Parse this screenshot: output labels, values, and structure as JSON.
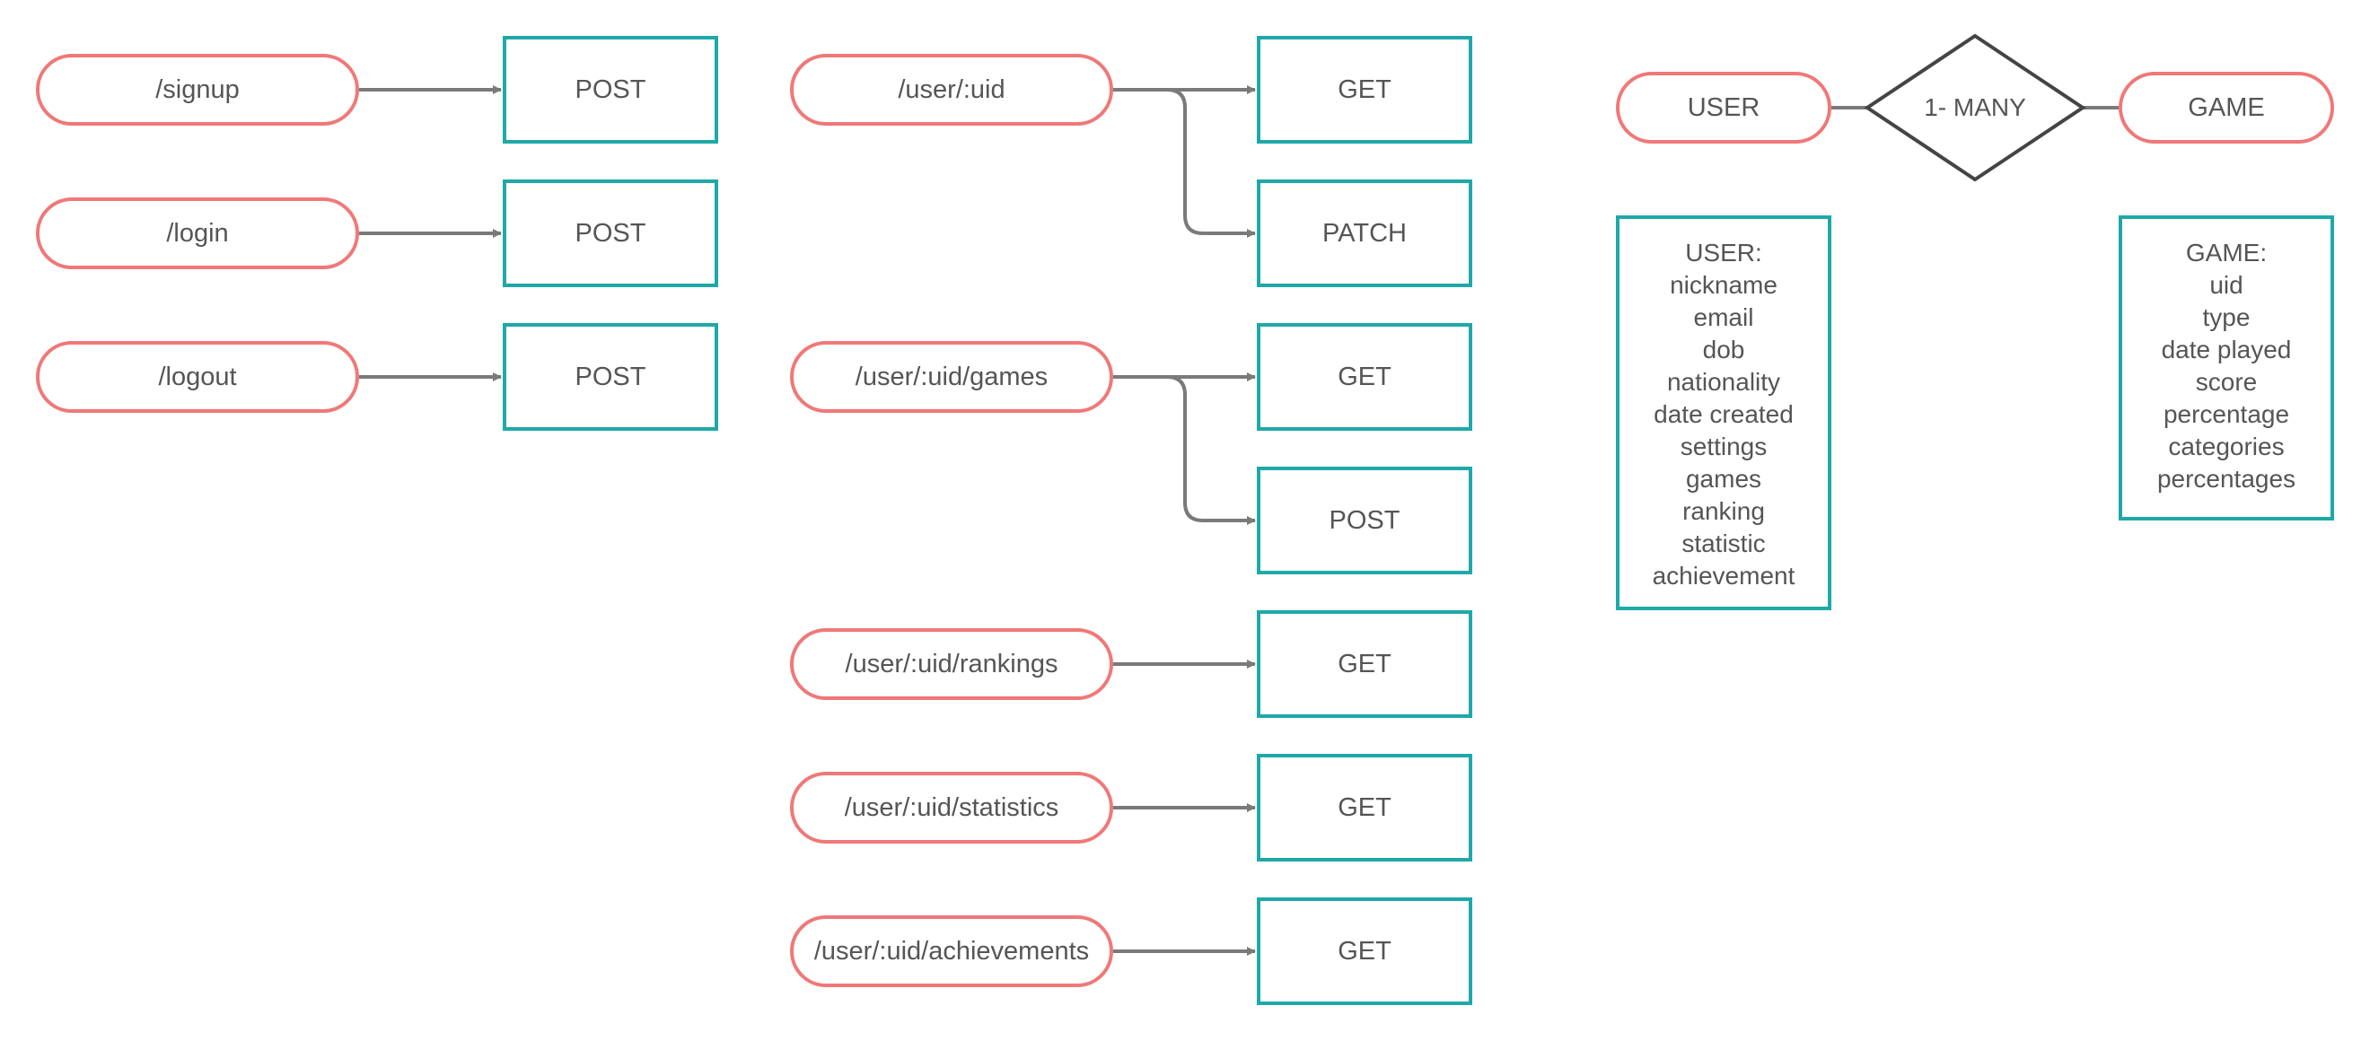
{
  "colors": {
    "route_border": "#f07878",
    "method_border": "#1fa8a8",
    "connector": "#7a7a7a",
    "diamond": "#444444",
    "text": "#555555"
  },
  "auth_routes": [
    {
      "route": "/signup",
      "method": "POST"
    },
    {
      "route": "/login",
      "method": "POST"
    },
    {
      "route": "/logout",
      "method": "POST"
    }
  ],
  "user_routes": [
    {
      "route": "/user/:uid",
      "methods": [
        "GET",
        "PATCH"
      ]
    },
    {
      "route": "/user/:uid/games",
      "methods": [
        "GET",
        "POST"
      ]
    },
    {
      "route": "/user/:uid/rankings",
      "methods": [
        "GET"
      ]
    },
    {
      "route": "/user/:uid/statistics",
      "methods": [
        "GET"
      ]
    },
    {
      "route": "/user/:uid/achievements",
      "methods": [
        "GET"
      ]
    }
  ],
  "er": {
    "entity_left": "USER",
    "relationship": "1- MANY",
    "entity_right": "GAME",
    "user_attributes": [
      "USER:",
      "nickname",
      "email",
      "dob",
      "nationality",
      "date created",
      "settings",
      "games",
      "ranking",
      "statistic",
      "achievement"
    ],
    "game_attributes": [
      "GAME:",
      "uid",
      "type",
      "date played",
      "score",
      "percentage",
      "categories",
      "percentages"
    ]
  }
}
